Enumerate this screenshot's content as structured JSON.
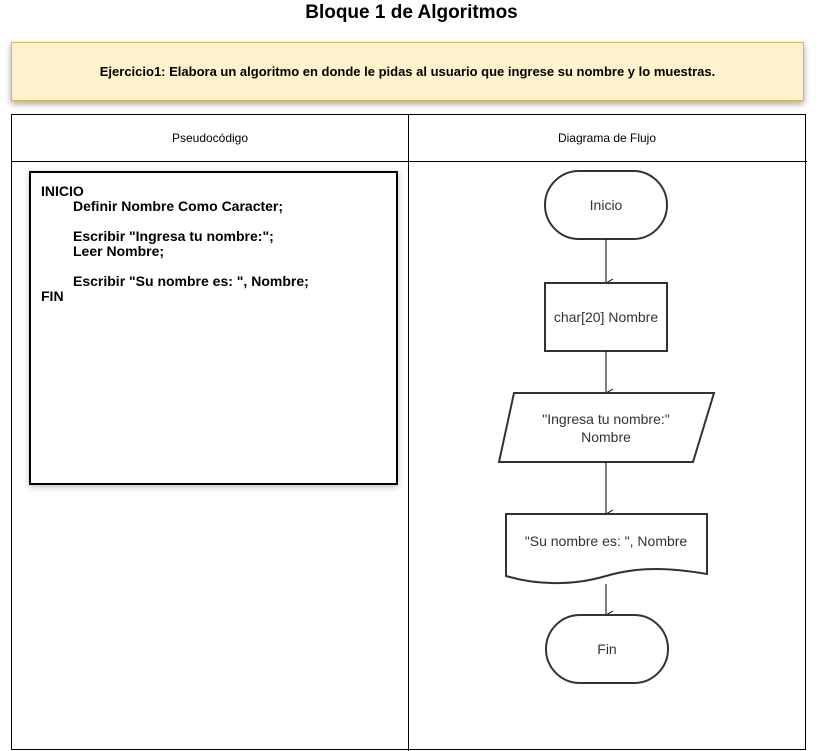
{
  "title": "Bloque 1 de Algoritmos",
  "exercise": "Ejercicio1: Elabora un algoritmo en donde le pidas al usuario que ingrese su nombre y lo muestras.",
  "columns": {
    "left": "Pseudocódigo",
    "right": "Diagrama de Flujo"
  },
  "pseudocode": [
    "INICIO",
    "Definir Nombre Como Caracter;",
    "Escribir \"Ingresa tu nombre:\";",
    "Leer Nombre;",
    "Escribir \"Su nombre es: \", Nombre;",
    "FIN"
  ],
  "flowchart": {
    "start": "Inicio",
    "declaration": "char[20] Nombre",
    "input_line1": "\"Ingresa tu nombre:\"",
    "input_line2": "Nombre",
    "output": "\"Su nombre es: \", Nombre",
    "end": "Fin"
  }
}
